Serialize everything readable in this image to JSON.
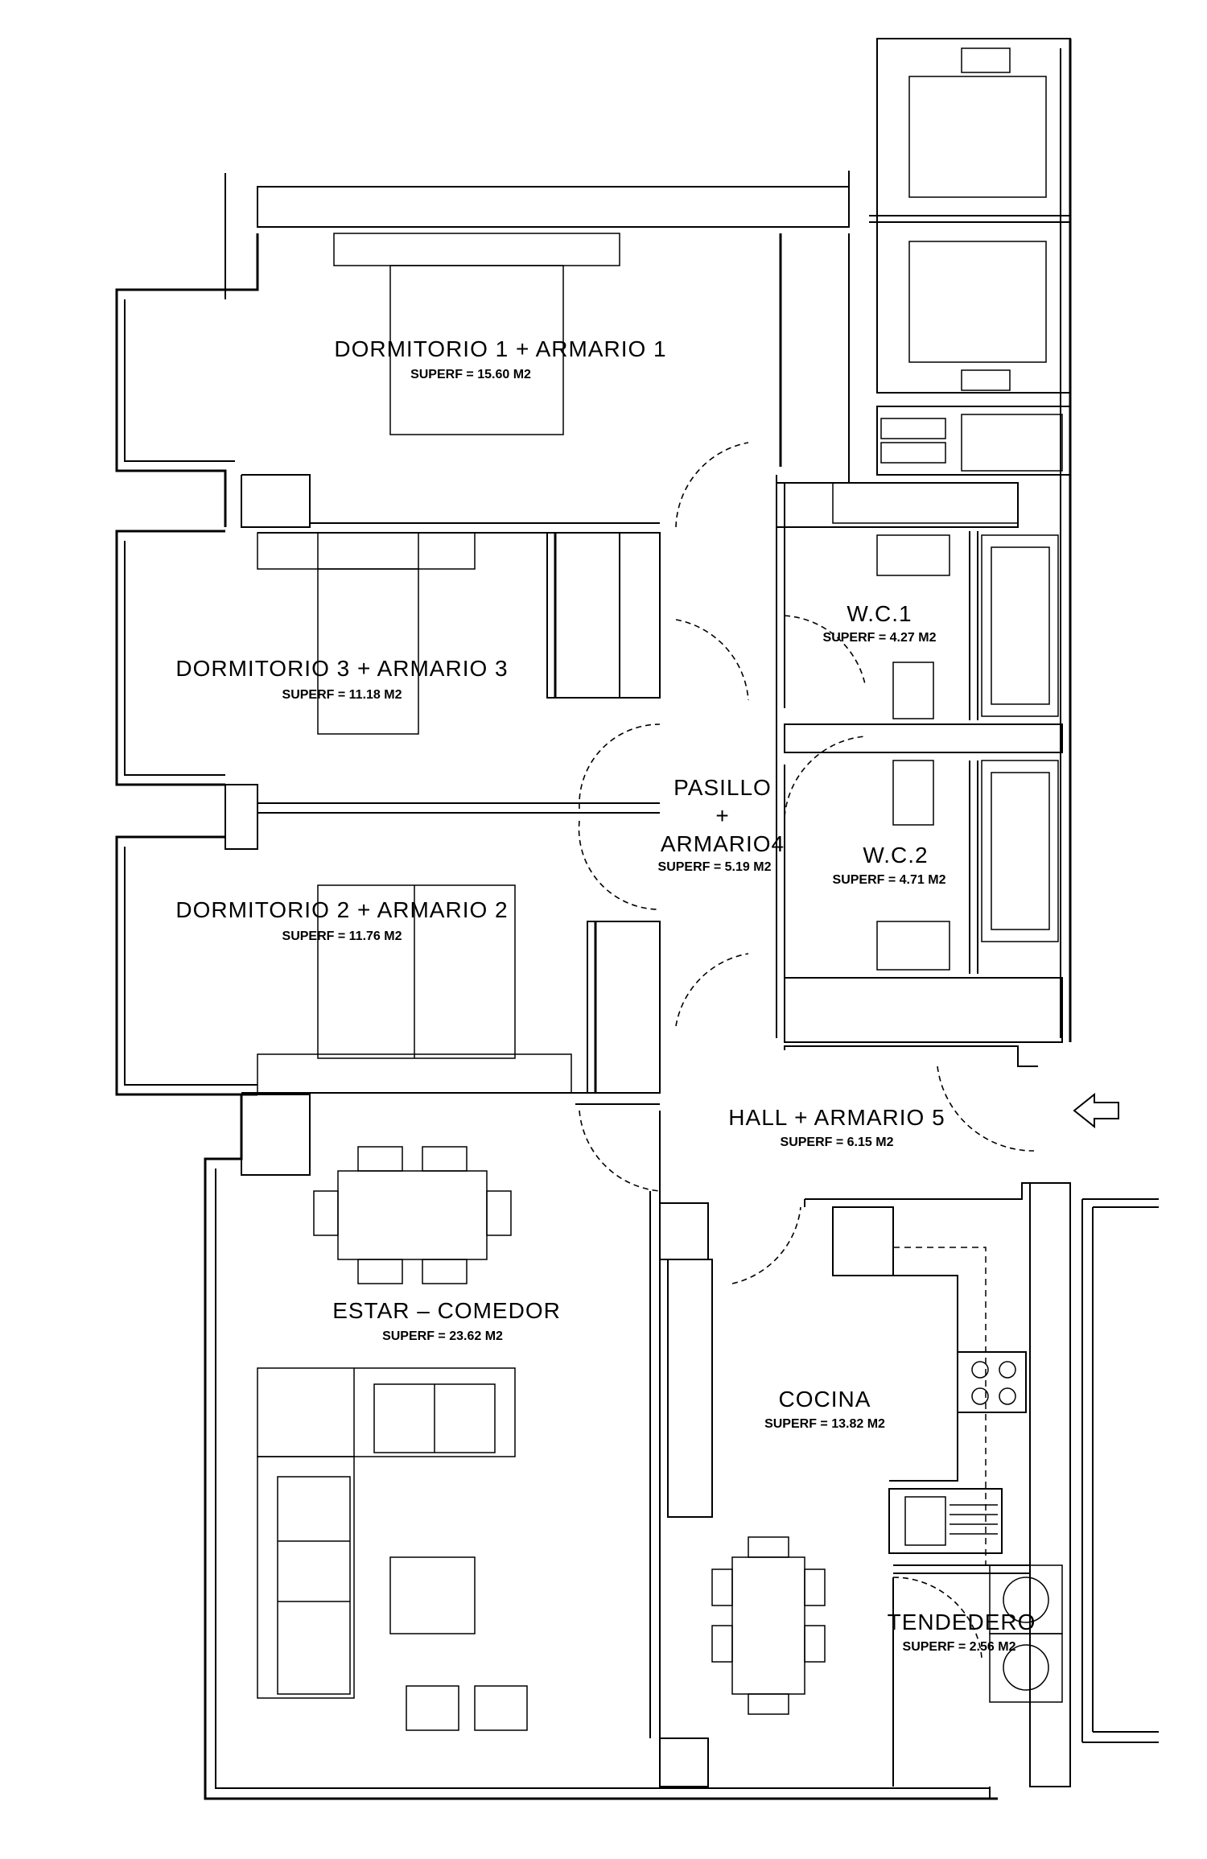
{
  "rooms": {
    "dorm1": {
      "name": "DORMITORIO 1 + ARMARIO 1",
      "area": "SUPERF = 15.60 M2"
    },
    "dorm3": {
      "name": "DORMITORIO 3 + ARMARIO 3",
      "area": "SUPERF = 11.18 M2"
    },
    "dorm2": {
      "name": "DORMITORIO 2 + ARMARIO 2",
      "area": "SUPERF = 11.76 M2"
    },
    "pasillo": {
      "line1": "PASILLO",
      "line2": "+",
      "line3": "ARMARIO4",
      "area": "SUPERF = 5.19 M2"
    },
    "wc1": {
      "name": "W.C.1",
      "area": "SUPERF = 4.27 M2"
    },
    "wc2": {
      "name": "W.C.2",
      "area": "SUPERF = 4.71 M2"
    },
    "hall": {
      "name": "HALL + ARMARIO 5",
      "area": "SUPERF = 6.15 M2"
    },
    "estar": {
      "name": "ESTAR – COMEDOR",
      "area": "SUPERF = 23.62 M2"
    },
    "cocina": {
      "name": "COCINA",
      "area": "SUPERF = 13.82 M2"
    },
    "tendedero": {
      "name": "TENDEDERO",
      "area": "SUPERF = 2.56 M2"
    }
  },
  "icons": {
    "entrance": "entrance-arrow-icon"
  },
  "colors": {
    "line": "#000000",
    "background": "#ffffff"
  }
}
